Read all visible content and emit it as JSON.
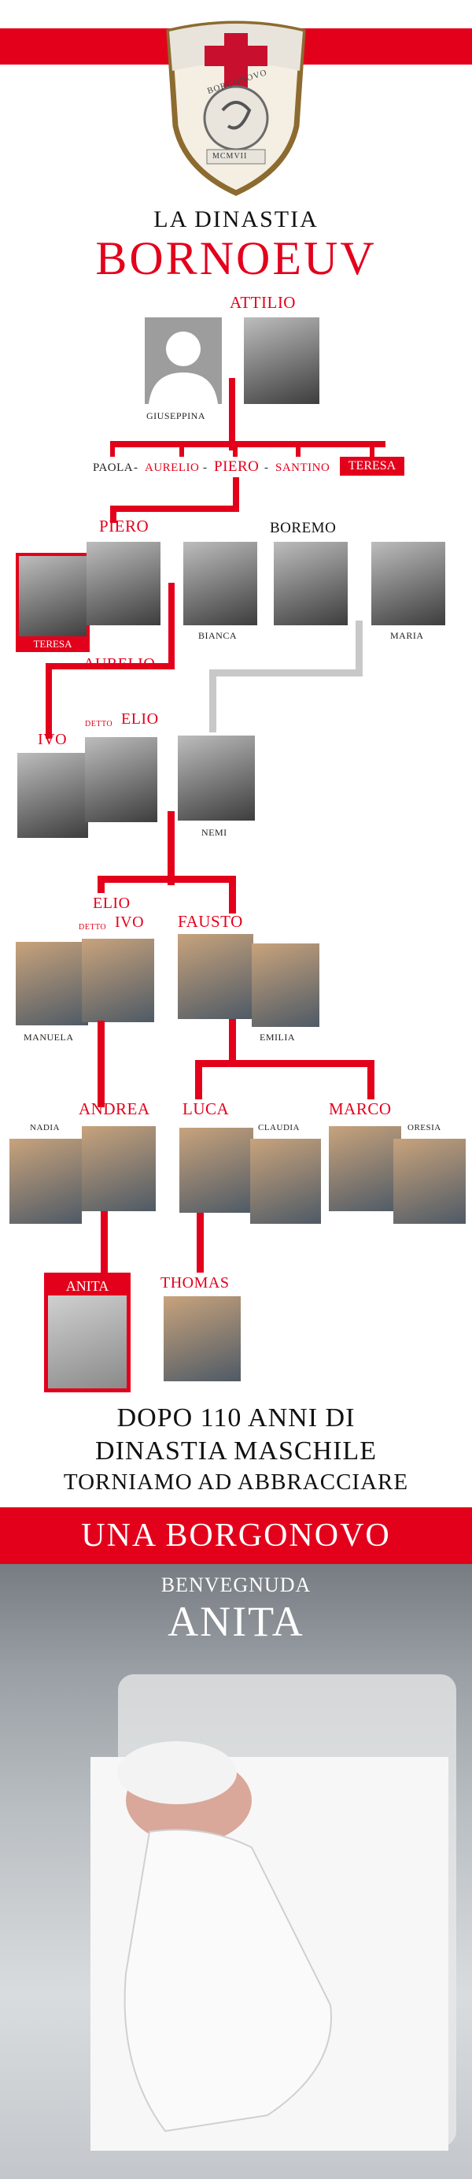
{
  "crest": {
    "town": "BORGONOVO",
    "year": "MCMVII"
  },
  "title": {
    "pre": "LA DINASTIA",
    "name": "BORNOEUV"
  },
  "gen1": {
    "attilio": "ATTILIO",
    "giuseppina": "GIUSEPPINA"
  },
  "gen2": {
    "paola": "PAOLA",
    "sep1": "-",
    "aurelio": "AURELIO",
    "sep2": "-",
    "piero": "PIERO",
    "sep3": "-",
    "santino": "SANTINO",
    "teresa": "TERESA"
  },
  "gen3": {
    "piero": "PIERO",
    "boremo": "BOREMO",
    "teresa": "TERESA",
    "bianca": "BIANCA",
    "maria": "MARIA"
  },
  "gen4": {
    "aurelio": "AURELIO",
    "detto": "DETTO",
    "elio": "ELIO",
    "ivo": "IVO",
    "nemi": "NEMI"
  },
  "gen5": {
    "elio": "ELIO",
    "detto": "DETTO",
    "ivo": "IVO",
    "fausto": "FAUSTO",
    "manuela": "MANUELA",
    "emilia": "EMILIA"
  },
  "gen6": {
    "andrea": "ANDREA",
    "luca": "LUCA",
    "marco": "MARCO",
    "nadia": "NADIA",
    "claudia": "CLAUDIA",
    "oresia": "ORESIA"
  },
  "gen7": {
    "anita": "ANITA",
    "thomas": "THOMAS"
  },
  "message": {
    "line1": "DOPO 110 ANNI DI",
    "line2": "DINASTIA MASCHILE",
    "line3": "TORNIAMO AD ABBRACCIARE",
    "banner": "UNA BORGONOVO"
  },
  "welcome": {
    "greet": "BENVEGNUDA",
    "name": "ANITA"
  },
  "colors": {
    "accent": "#e3001b",
    "grey_line": "#c8c8c8"
  }
}
